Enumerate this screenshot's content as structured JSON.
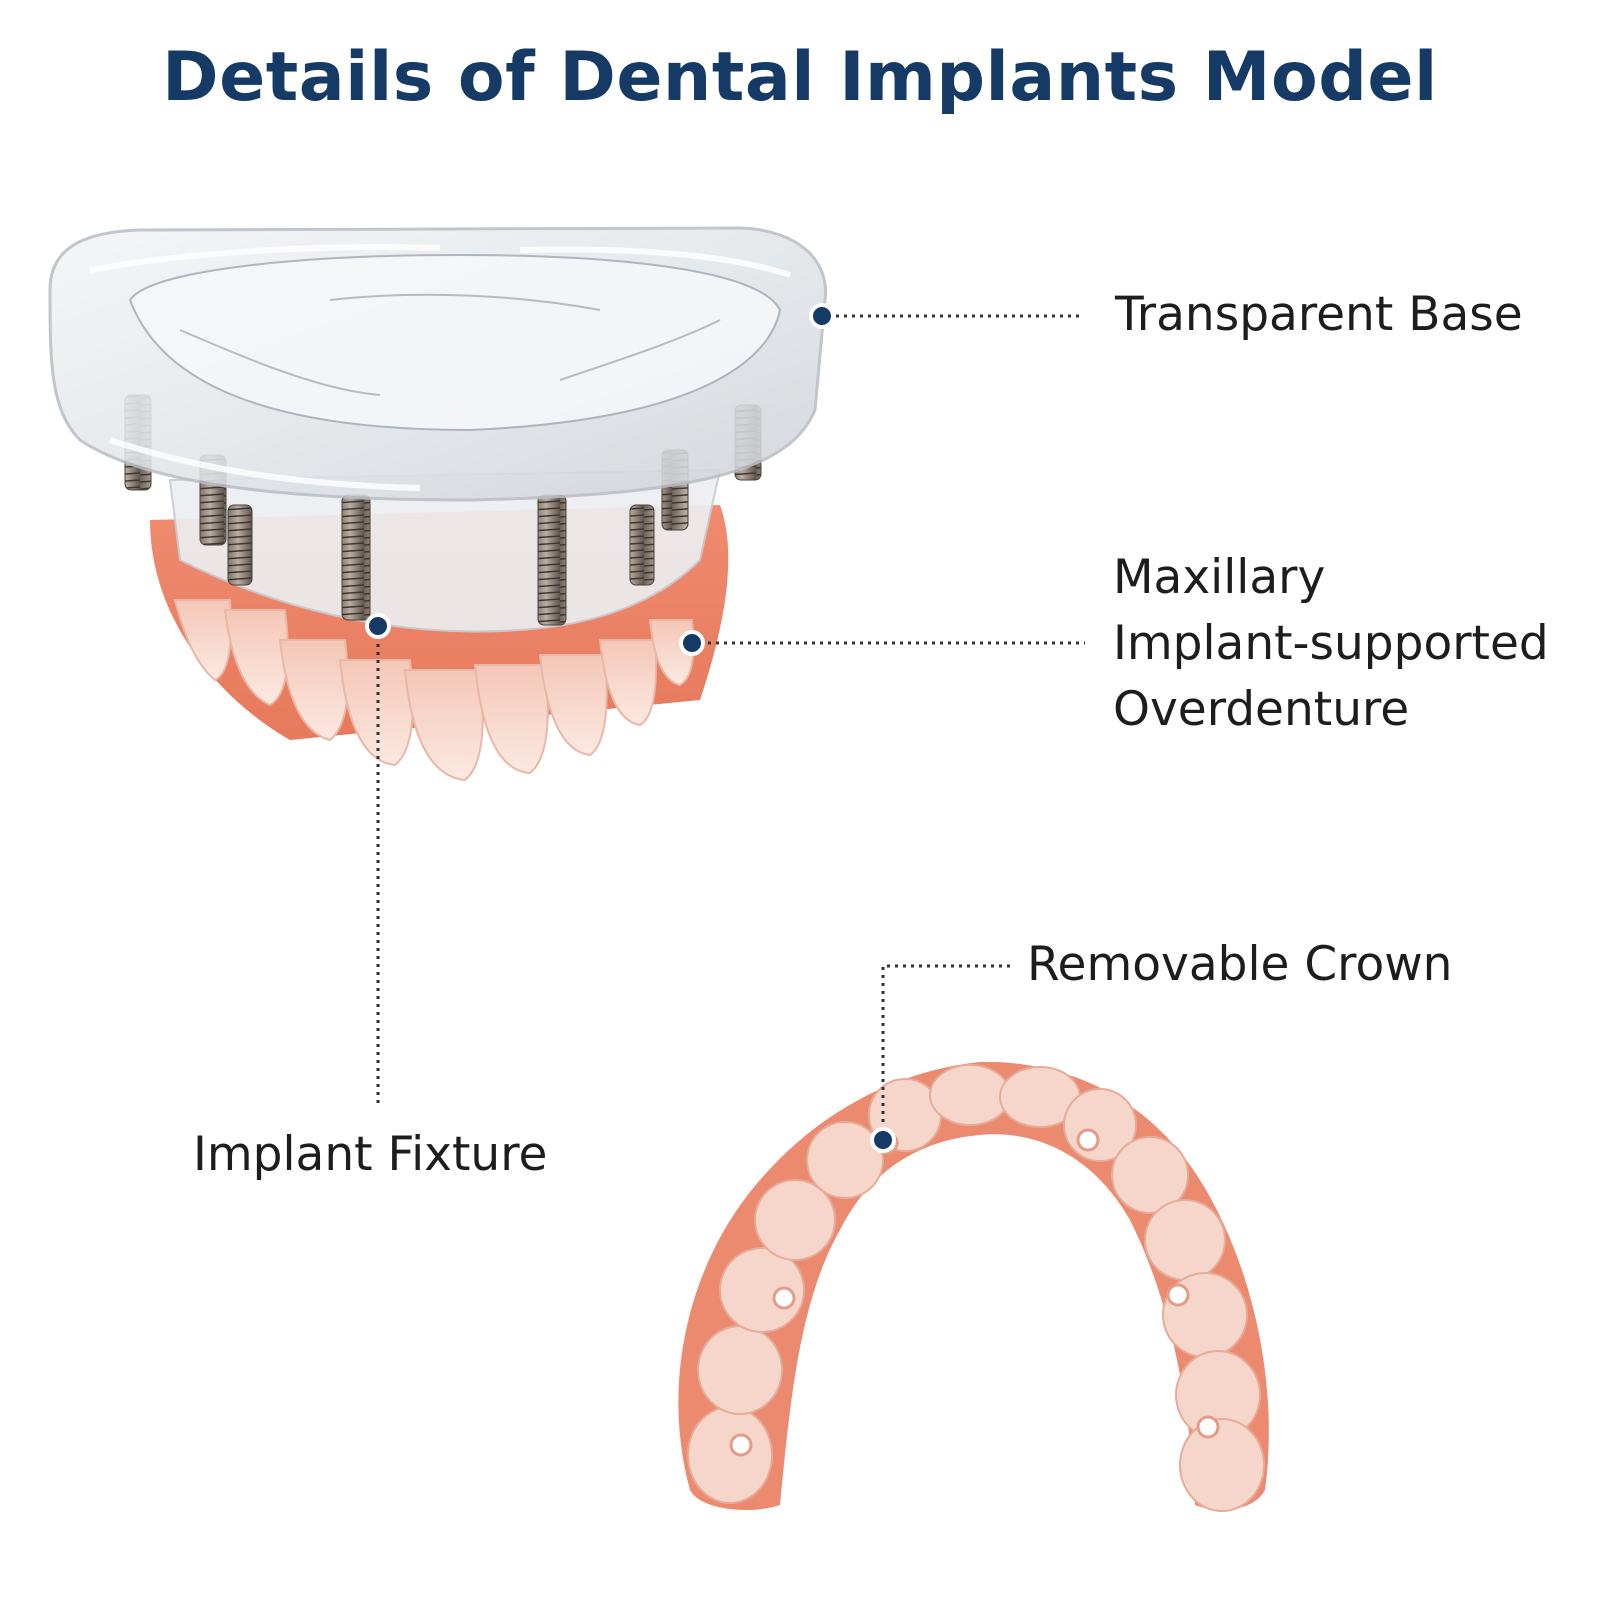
{
  "title": "Details of Dental Implants Model",
  "callouts": {
    "transparent_base": "Transparent Base",
    "overdenture": [
      "Maxillary",
      "Implant-supported",
      "Overdenture"
    ],
    "removable_crown": "Removable Crown",
    "implant_fixture": "Implant Fixture"
  },
  "colors": {
    "title": "#153a66",
    "marker": "#153a66",
    "gum": "#e8846a",
    "tooth": "#f7d9cd"
  }
}
